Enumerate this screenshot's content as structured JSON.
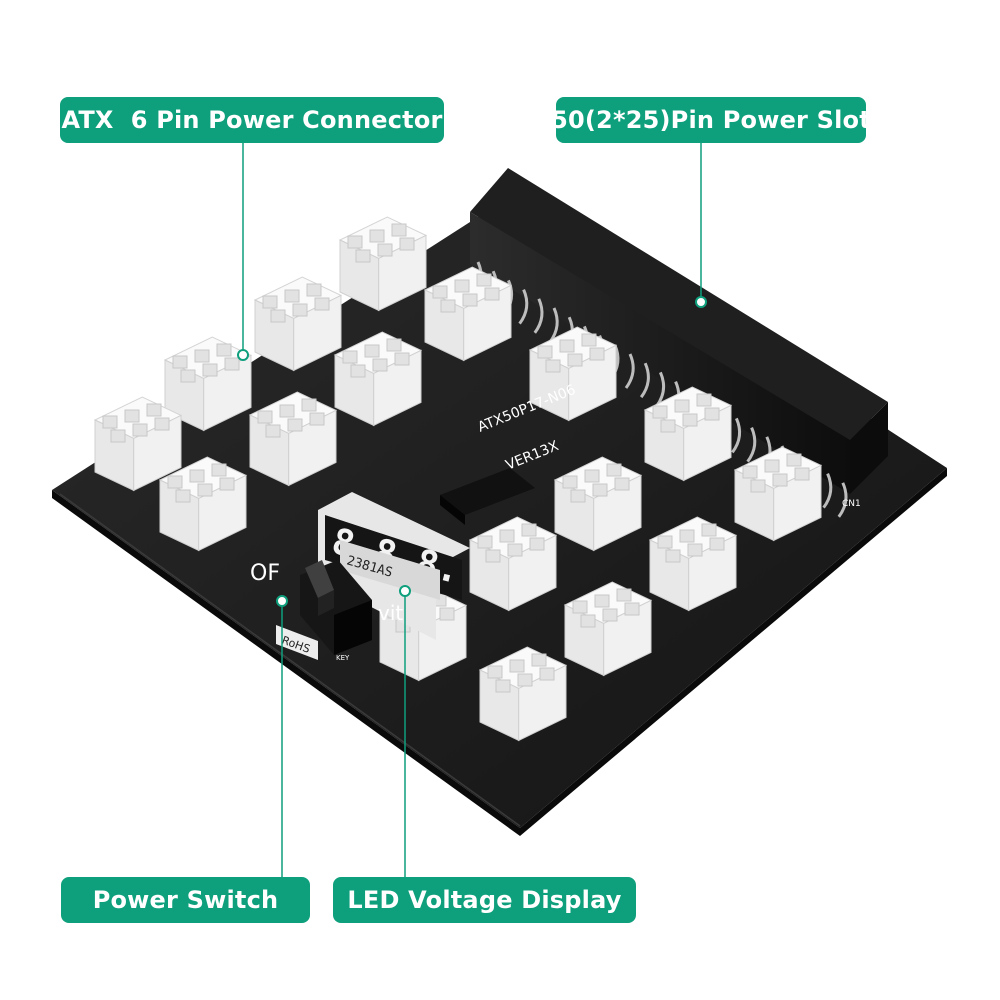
{
  "labels": {
    "atx_connector": "ATX  6 Pin Power Connector",
    "power_slot": "50(2*25)Pin Power Slot",
    "power_switch": "Power Switch",
    "led_display": "LED Voltage Display"
  },
  "board": {
    "model": "ATX50P17-N06",
    "version": "VER13X",
    "display_digits": "8.8.8.",
    "display_part": "2381AS",
    "switch_text_left": "OF",
    "switch_text_right": "vit",
    "rohs": "RoHS",
    "key": "KEY",
    "cn1": "CN1"
  },
  "colors": {
    "accent": "#0e9f7c",
    "pcb": "#1b1b1b",
    "connector": "#f4f4f4"
  }
}
